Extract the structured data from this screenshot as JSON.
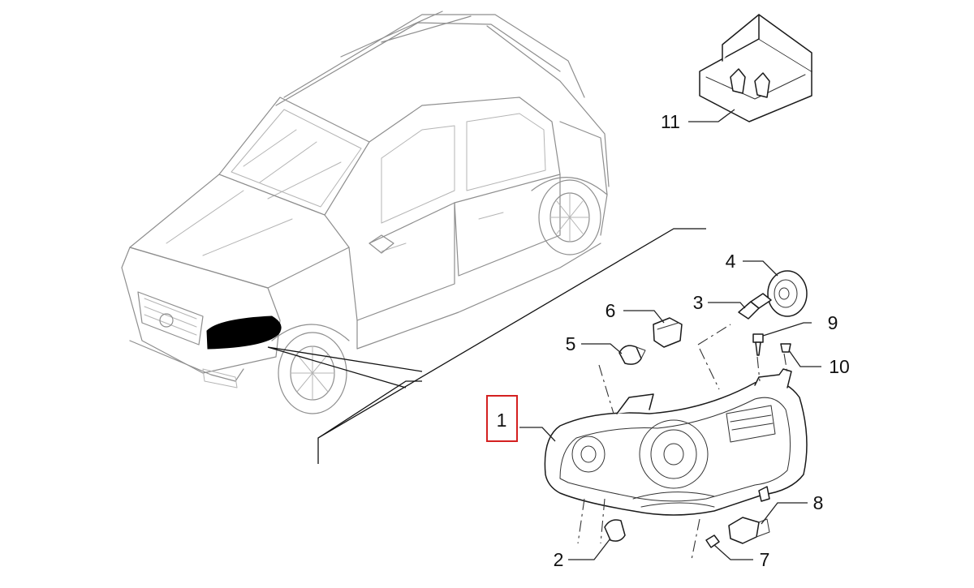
{
  "diagram": {
    "callouts": [
      {
        "id": "1",
        "text": "1",
        "highlighted": true
      },
      {
        "id": "2",
        "text": "2"
      },
      {
        "id": "3",
        "text": "3"
      },
      {
        "id": "4",
        "text": "4"
      },
      {
        "id": "5",
        "text": "5"
      },
      {
        "id": "6",
        "text": "6"
      },
      {
        "id": "7",
        "text": "7"
      },
      {
        "id": "8",
        "text": "8"
      },
      {
        "id": "9",
        "text": "9"
      },
      {
        "id": "10",
        "text": "10"
      },
      {
        "id": "11",
        "text": "11"
      }
    ],
    "colors": {
      "highlight_box": "#d42020",
      "linework": "#1a1a1a",
      "car_outline": "#8e8e8e",
      "headlamp_fill": "#000000"
    },
    "icons": [
      "car-outline-icon",
      "headlamp-assembly-icon",
      "bulb-box-icon",
      "bulb-icon",
      "bulb-socket-icon",
      "dust-cap-icon",
      "screw-icon"
    ]
  }
}
